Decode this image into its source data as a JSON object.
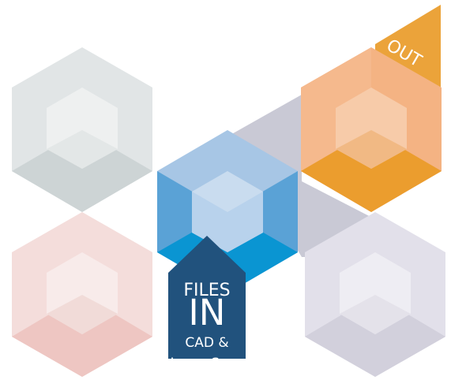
{
  "flow": {
    "out_tag": "OUT",
    "in_box": {
      "heading": "FILES",
      "big": "IN",
      "line1": "CAD &",
      "line2": "Laser Scan"
    }
  },
  "colors": {
    "grey_cube": "#d4dadb",
    "pink_cube": "#eec9c4",
    "lavender_cube": "#d6d4e0",
    "blue_cube": "#5a9fd3",
    "blue_accent": "#0d93cf",
    "orange_cube": "#efa33c",
    "orange_band": "#e8a12f",
    "band_grey": "#c9c9d5",
    "navy_box": "#1f4e79"
  }
}
